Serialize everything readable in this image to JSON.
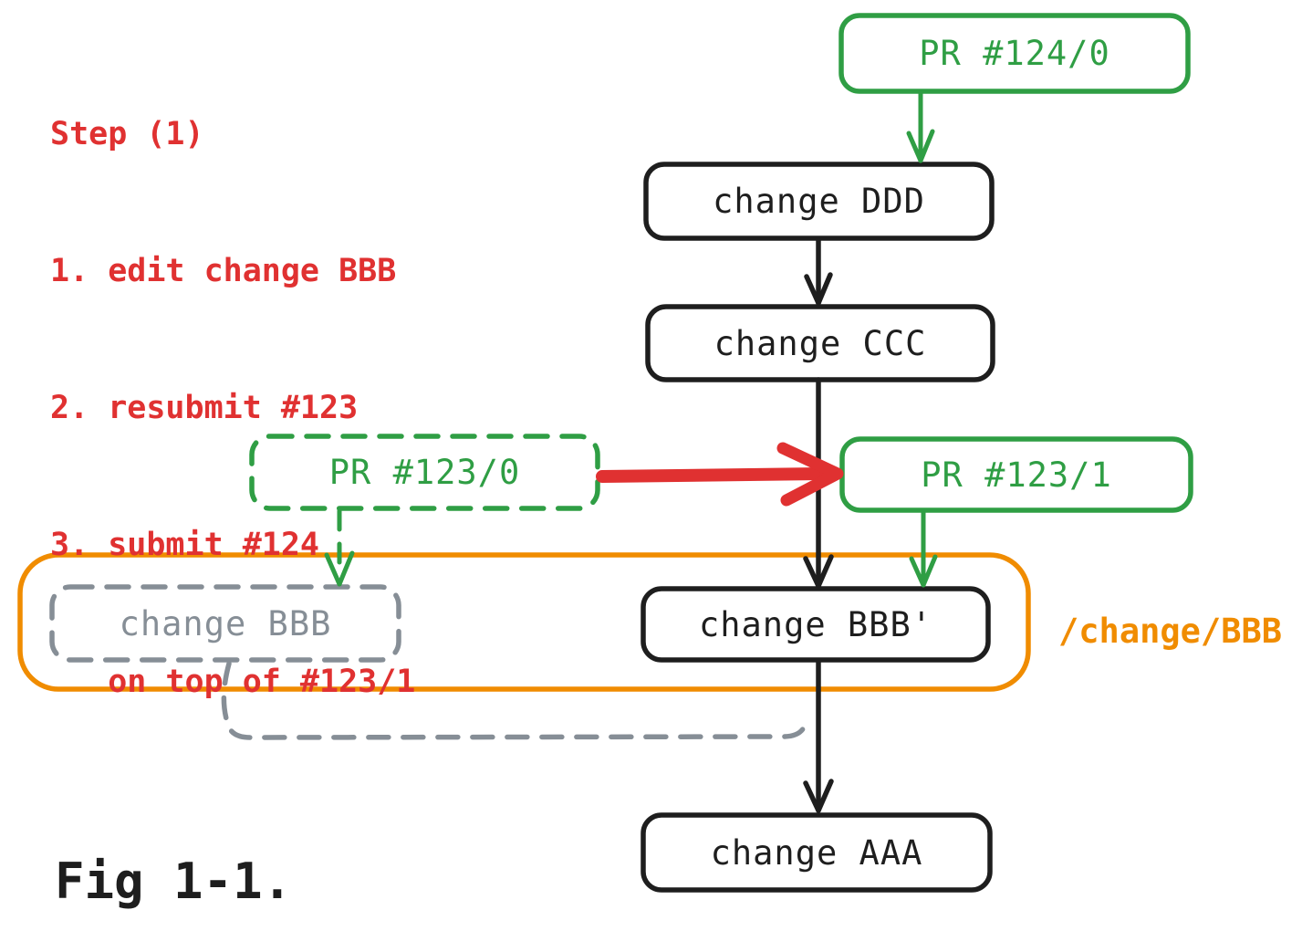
{
  "figure": {
    "caption": "Fig 1-1.",
    "notes": {
      "lines": [
        "Step (1)",
        "1. edit change BBB",
        "2. resubmit #123",
        "3. submit #124",
        "   on top of #123/1"
      ]
    },
    "nodes": {
      "pr_124_0": "PR #124/0",
      "change_ddd": "change DDD",
      "change_ccc": "change CCC",
      "pr_123_0": "PR #123/0",
      "pr_123_1": "PR #123/1",
      "change_bbb": "change BBB",
      "change_bbb_prime": "change BBB'",
      "change_aaa": "change AAA"
    },
    "labels": {
      "branch": "/change/BBB"
    },
    "colors": {
      "red": "#e03131",
      "green": "#2f9e44",
      "orange": "#f08c00",
      "gray": "#868e96",
      "black": "#1e1e1e",
      "background": "#ffffff"
    }
  }
}
